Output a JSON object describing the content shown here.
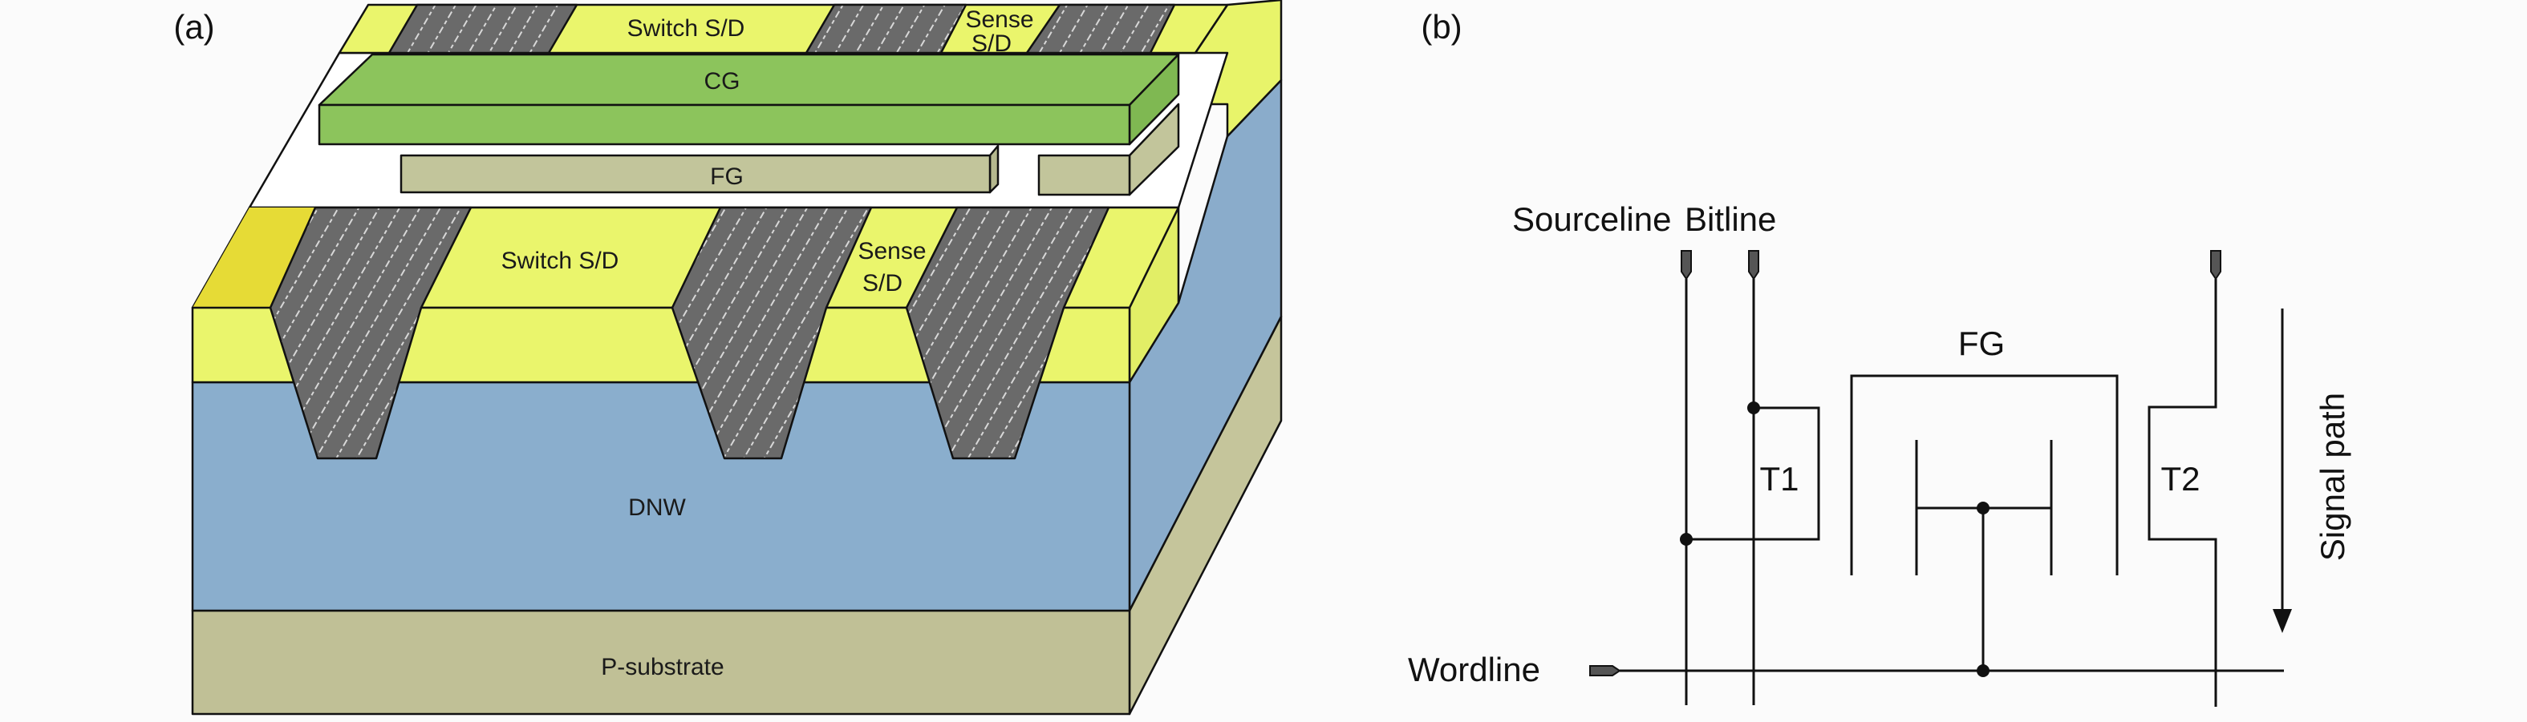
{
  "panel_a": {
    "label": "(a)",
    "top_switch_sd": "Switch S/D",
    "top_sense_sd_1": "Sense",
    "top_sense_sd_2": "S/D",
    "cg": "CG",
    "fg": "FG",
    "switch_sd": "Switch S/D",
    "sense_sd_1": "Sense",
    "sense_sd_2": "S/D",
    "dnw": "DNW",
    "substrate": "P-substrate",
    "colors": {
      "sd_yellow": "#eaf56c",
      "cg_green": "#8cc45c",
      "fg_khaki": "#c2c59b",
      "dnw_blue": "#8aaecd",
      "substrate": "#c0c096",
      "sti_gray": "#6a6a6a"
    }
  },
  "panel_b": {
    "label": "(b)",
    "sourceline": "Sourceline",
    "bitline": "Bitline",
    "wordline": "Wordline",
    "fg": "FG",
    "t1": "T1",
    "t2": "T2",
    "signal_path": "Signal path"
  }
}
